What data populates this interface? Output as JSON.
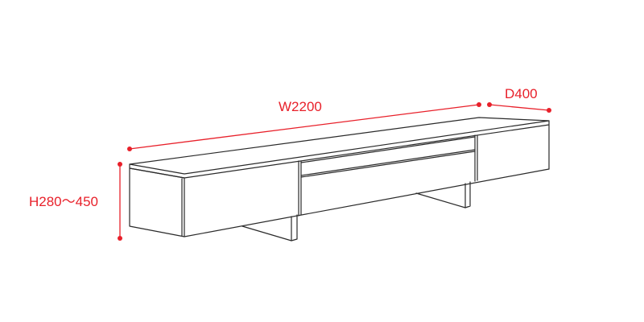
{
  "colors": {
    "dimension": "#e8202a",
    "outline": "#2a2a2a",
    "background": "#ffffff"
  },
  "dimensions": {
    "width": {
      "label": "W2200",
      "value_mm": 2200
    },
    "depth": {
      "label": "D400",
      "value_mm": 400
    },
    "height": {
      "label": "H280～450",
      "min_mm": 280,
      "max_mm": 450
    }
  }
}
